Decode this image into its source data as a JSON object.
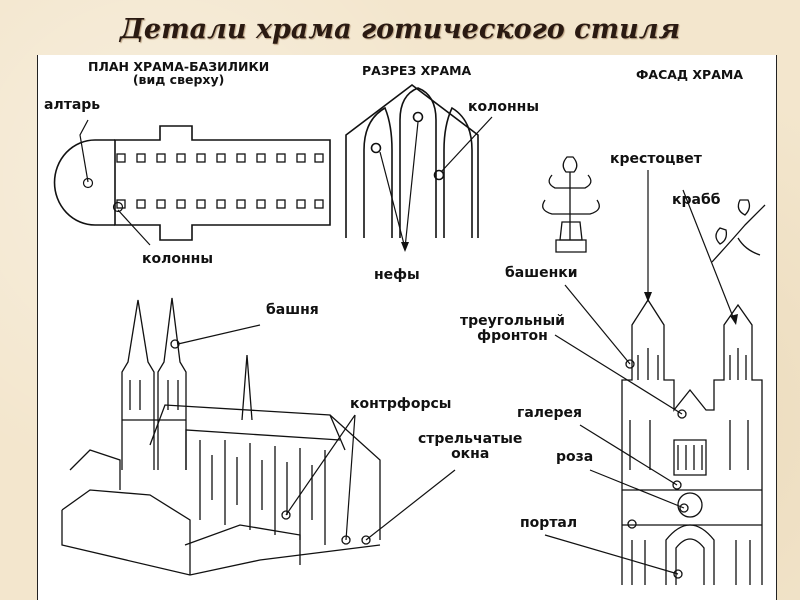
{
  "title": "Детали храма готического стиля",
  "sections": {
    "plan_line1": "ПЛАН ХРАМА-БАЗИЛИКИ",
    "plan_line2": "(вид сверху)",
    "section": "РАЗРЕЗ ХРАМА",
    "facade": "ФАСАД ХРАМА"
  },
  "labels": {
    "altar": "алтарь",
    "columns_plan": "колонны",
    "columns_section": "колонны",
    "naves": "нефы",
    "finial": "крестоцвет",
    "crocket": "крабб",
    "turrets": "башенки",
    "gable_line1": "треугольный",
    "gable_line2": "фронтон",
    "gallery": "галерея",
    "rose": "роза",
    "portal": "портал",
    "tower": "башня",
    "buttresses": "контрфорсы",
    "windows_line1": "стрельчатые",
    "windows_line2": "окна"
  }
}
